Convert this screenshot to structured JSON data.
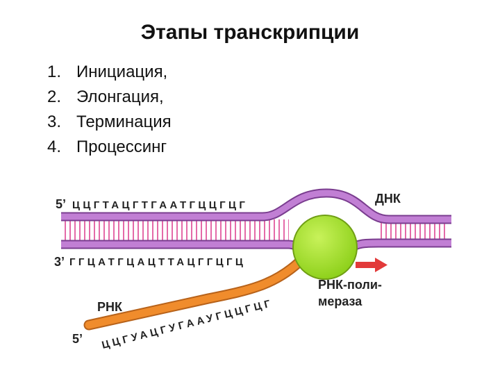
{
  "title": "Этапы транскрипции",
  "stages": [
    {
      "num": "1.",
      "label": "Инициация,"
    },
    {
      "num": "2.",
      "label": "Элонгация,"
    },
    {
      "num": "3.",
      "label": "Терминация"
    },
    {
      "num": "4.",
      "label": "Процессинг"
    }
  ],
  "diagram": {
    "dna_label": "ДНК",
    "rna_label": "РНК",
    "polymerase_label_line1": "РНК-поли-",
    "polymerase_label_line2": "мераза",
    "top_strand_end": "5’",
    "top_strand_seq": "ЦЦГТАЦГТГААТГЦЦГЦГ",
    "bottom_strand_end": "3’",
    "bottom_strand_seq": "ГГЦАТГЦАЦТТАЦГГЦГЦ",
    "rna_end": "5’",
    "rna_seq": "ЦЦГУАЦГУГААУГЦЦГЦГ",
    "colors": {
      "dna_strand": "#c17fd4",
      "dna_strand_dark": "#7a3d8f",
      "base_pairs": "#e46aa8",
      "rna": "#f08c2c",
      "polymerase": "#a6e22e",
      "arrow": "#e23a3a"
    }
  }
}
